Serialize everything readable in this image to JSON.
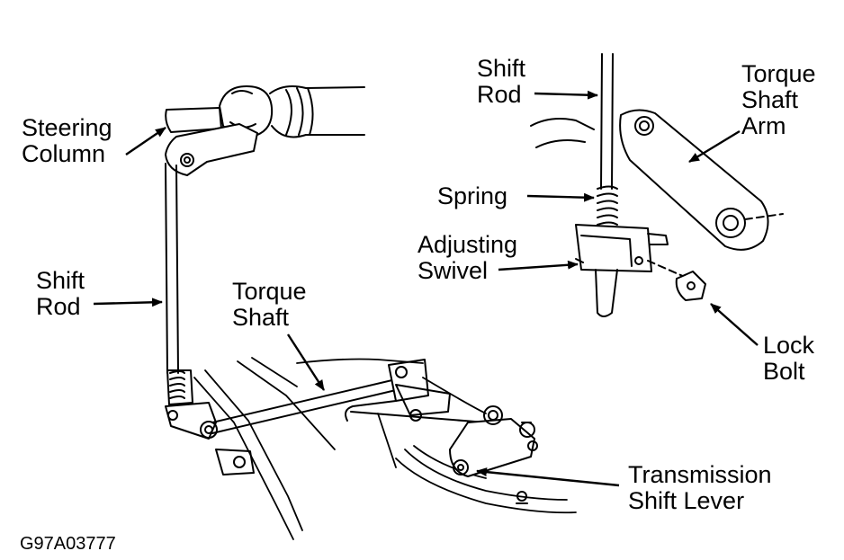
{
  "labels": {
    "steering_column": [
      "Steering",
      "Column"
    ],
    "shift_rod_left": [
      "Shift",
      "Rod"
    ],
    "torque_shaft": [
      "Torque",
      "Shaft"
    ],
    "transmission_shift_lever": [
      "Transmission",
      "Shift Lever"
    ],
    "shift_rod_right": [
      "Shift",
      "Rod"
    ],
    "torque_shaft_arm": [
      "Torque",
      "Shaft",
      "Arm"
    ],
    "spring": "Spring",
    "adjusting_swivel": [
      "Adjusting",
      "Swivel"
    ],
    "lock_bolt": [
      "Lock",
      "Bolt"
    ]
  },
  "figure_id": "G97A03777"
}
